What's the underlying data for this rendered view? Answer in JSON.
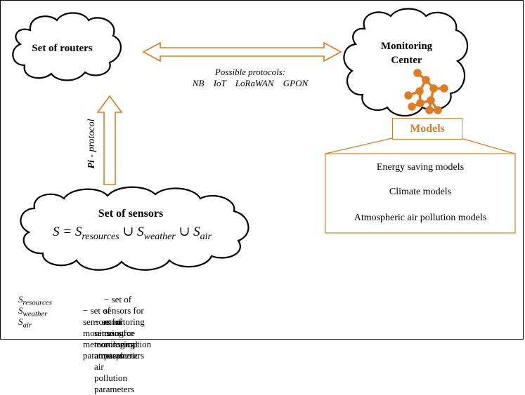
{
  "nodes": {
    "routers": "Set of routers",
    "center_line1": "Monitoring",
    "center_line2": "Center",
    "sensors": "Set of sensors",
    "sensors_formula": "S = S_resources ∪ S_weather ∪ S_air"
  },
  "protocols": {
    "title": "Possible protocols:",
    "list": "NB IoT   LoRaWAN   GPON"
  },
  "pi_protocol": {
    "bold": "Pi",
    "rest": " - protocol"
  },
  "models": {
    "tag": "Models",
    "items": [
      "Energy saving models",
      "Climate models",
      "Atmospheric air pollution models"
    ]
  },
  "legend": [
    {
      "symbol": "S",
      "sub": "resources",
      "text": "− set of sensors for monitoring resource consumption parameters"
    },
    {
      "symbol": "S",
      "sub": "weather",
      "text": "− set of sensors for monitoring meteorological parameters"
    },
    {
      "symbol": "S",
      "sub": "air",
      "text": "− set of sensors for monitoring atmospheric air pollution parameters"
    }
  ],
  "colors": {
    "accent": "#E07B22",
    "line": "#000000"
  },
  "icons": {
    "network": "molecule-network-icon"
  }
}
